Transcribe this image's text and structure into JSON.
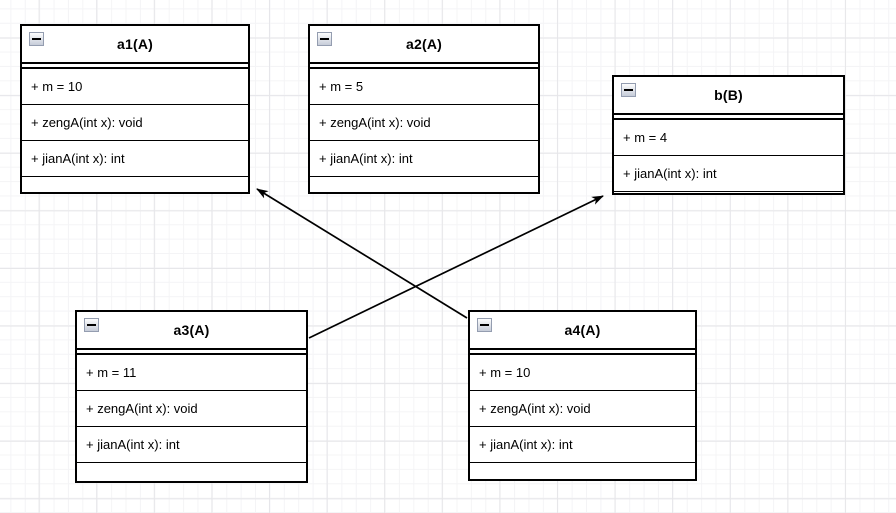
{
  "diagram": {
    "type": "uml-object-diagram",
    "colors": {
      "background": "#ffffff",
      "grid_minor": "#f4f4f6",
      "grid_major": "#e6e6e9",
      "shape_border": "#000000",
      "shape_fill": "#ffffff",
      "text": "#000000",
      "arrow": "#000000",
      "collapse_button_border": "#949db0"
    }
  },
  "classes": [
    {
      "id": "a1",
      "title": "a1(A)",
      "rows": [
        "+ m = 10",
        "+ zengA(int x): void",
        "+ jianA(int x): int"
      ]
    },
    {
      "id": "a2",
      "title": "a2(A)",
      "rows": [
        "+ m = 5",
        "+ zengA(int x): void",
        "+ jianA(int x): int"
      ]
    },
    {
      "id": "b",
      "title": "b(B)",
      "rows": [
        "+ m = 4",
        "+ jianA(int x): int"
      ]
    },
    {
      "id": "a3",
      "title": "a3(A)",
      "rows": [
        "+ m = 11",
        "+ zengA(int x): void",
        "+ jianA(int x): int"
      ]
    },
    {
      "id": "a4",
      "title": "a4(A)",
      "rows": [
        "+ m = 10",
        "+ zengA(int x): void",
        "+ jianA(int x): int"
      ]
    }
  ],
  "icons": {
    "collapse": "minus-collapse-button"
  },
  "connections": [
    {
      "from": "a4",
      "to": "a1",
      "style": "solid-line-filled-arrowhead"
    },
    {
      "from": "a3",
      "to": "b",
      "style": "solid-line-filled-arrowhead"
    }
  ]
}
